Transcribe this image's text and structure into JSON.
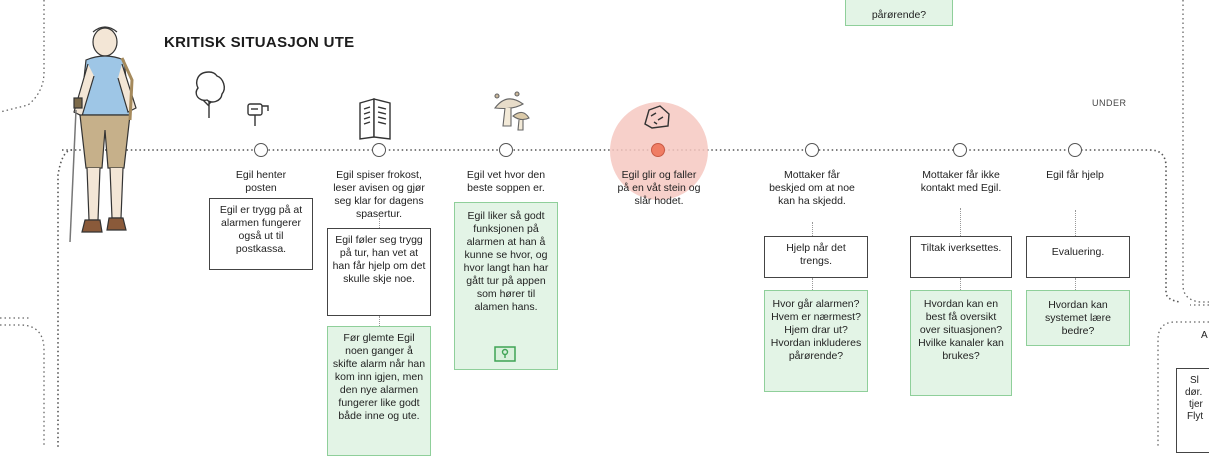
{
  "title": "KRITISK SITUASJON UTE",
  "right_label": "UNDER",
  "top_fragment": "pårørende?",
  "right_panel_fragments": [
    "A",
    "Sl",
    "dør.",
    "tjer",
    "Flyt"
  ],
  "steps": [
    {
      "label": "Egil henter posten",
      "icons": [
        "tree-icon",
        "mailbox-icon"
      ],
      "boxes": [
        {
          "style": "white",
          "text": "Egil er trygg på at alarmen fungerer også ut til postkassa."
        }
      ]
    },
    {
      "label": "Egil spiser frokost, leser avisen og gjør seg klar for dagens spasertur.",
      "icons": [
        "newspaper-icon"
      ],
      "boxes": [
        {
          "style": "white",
          "text": "Egil føler seg trygg på tur, han vet at han får hjelp om det skulle skje noe."
        },
        {
          "style": "green",
          "text": "Før glemte Egil noen ganger å skifte alarm når han kom inn igjen, men den nye alarmen fungerer like godt både inne og ute."
        }
      ]
    },
    {
      "label": "Egil vet hvor den beste soppen er.",
      "icons": [
        "mushroom-icon"
      ],
      "boxes": [
        {
          "style": "green",
          "text": "Egil liker så godt funksjonen på alarmen at han å kunne se hvor, og hvor langt han har gått tur på appen som hører til alamen hans."
        }
      ]
    },
    {
      "label": "Egil glir og faller på en våt stein og slår hodet.",
      "icons": [
        "rock-icon"
      ],
      "active": true,
      "boxes": []
    },
    {
      "label": "Mottaker får beskjed om at noe kan ha skjedd.",
      "icons": [],
      "boxes": [
        {
          "style": "white",
          "text": "Hjelp når det trengs."
        },
        {
          "style": "green",
          "text": "Hvor går alarmen? Hvem er nærmest? Hjem drar ut? Hvordan inkluderes pårørende?"
        }
      ]
    },
    {
      "label": "Mottaker får ikke kontakt med Egil.",
      "icons": [],
      "boxes": [
        {
          "style": "white",
          "text": "Tiltak iverksettes."
        },
        {
          "style": "green",
          "text": "Hvordan kan en best få oversikt over situasjonen? Hvilke kanaler kan brukes?"
        }
      ]
    },
    {
      "label": "Egil får hjelp",
      "icons": [],
      "boxes": [
        {
          "style": "white",
          "text": "Evaluering."
        },
        {
          "style": "green",
          "text": "Hvordan kan systemet lære bedre?"
        }
      ]
    }
  ]
}
